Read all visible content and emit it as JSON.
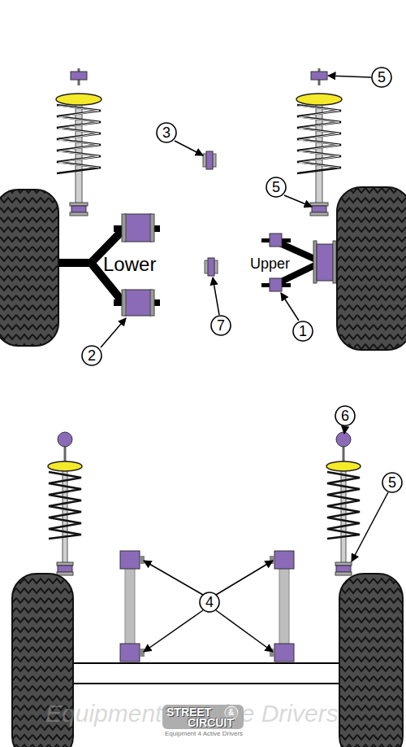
{
  "diagram": {
    "nodes": [
      {
        "text": [
          "5"
        ]
      },
      {
        "text": [
          "3"
        ]
      },
      {
        "text": [
          "5"
        ]
      },
      {
        "text": [
          "7"
        ]
      },
      {
        "text": [
          "1"
        ]
      },
      {
        "text": [
          "2"
        ]
      },
      {
        "text": [
          "6"
        ]
      },
      {
        "text": [
          "5"
        ]
      },
      {
        "text": [
          "4"
        ]
      }
    ],
    "labels": [
      "Lower",
      "Upper",
      "Equipment 4 Active Drivers",
      "STREET",
      "&",
      "CIRCUIT",
      "Equipment 4 Active Drivers"
    ]
  }
}
